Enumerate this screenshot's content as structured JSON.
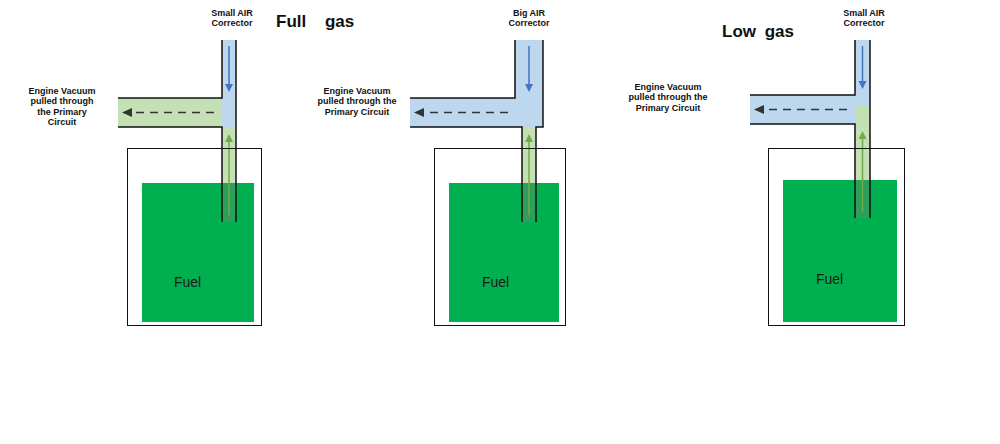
{
  "diagram": {
    "nodes": [
      {
        "text": [
          "Fuel"
        ]
      },
      {
        "text": [
          "Fuel"
        ]
      },
      {
        "text": [
          "Fuel"
        ]
      }
    ],
    "labels": [
      "Small AIR Corrector",
      "Full gas",
      "Engine Vacuum pulled through the Primary Circuit",
      "Big AIR Corrector",
      "Engine Vacuum pulled through the Primary Circuit",
      "Low gas",
      "Small AIR Corrector",
      "Engine Vacuum pulled through the Primary Circuit"
    ]
  }
}
